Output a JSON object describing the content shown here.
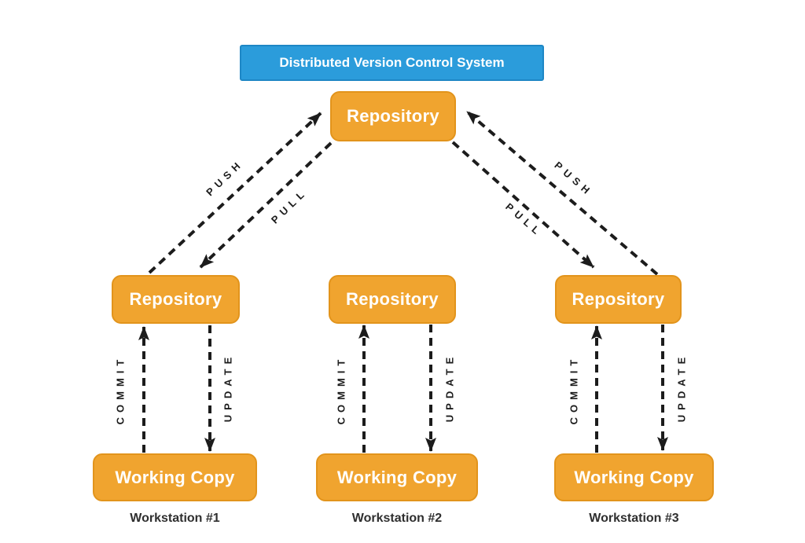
{
  "diagram": {
    "title": "Distributed Version Control System",
    "central_repository": "Repository",
    "edge_labels": {
      "push": "PUSH",
      "pull": "PULL",
      "commit": "COMMIT",
      "update": "UPDATE"
    },
    "columns": [
      {
        "repository": "Repository",
        "working_copy": "Working Copy",
        "workstation": "Workstation #1"
      },
      {
        "repository": "Repository",
        "working_copy": "Working Copy",
        "workstation": "Workstation #2"
      },
      {
        "repository": "Repository",
        "working_copy": "Working Copy",
        "workstation": "Workstation #3"
      }
    ],
    "colors": {
      "title_fill": "#2B9CDB",
      "title_border": "#1E87C5",
      "node_fill": "#F0A42F",
      "node_border": "#E2941C",
      "node_text": "#FFFFFF",
      "arrow": "#1C1C1C",
      "workstation_text": "#2F2F2F",
      "background": "#FFFFFF"
    }
  }
}
